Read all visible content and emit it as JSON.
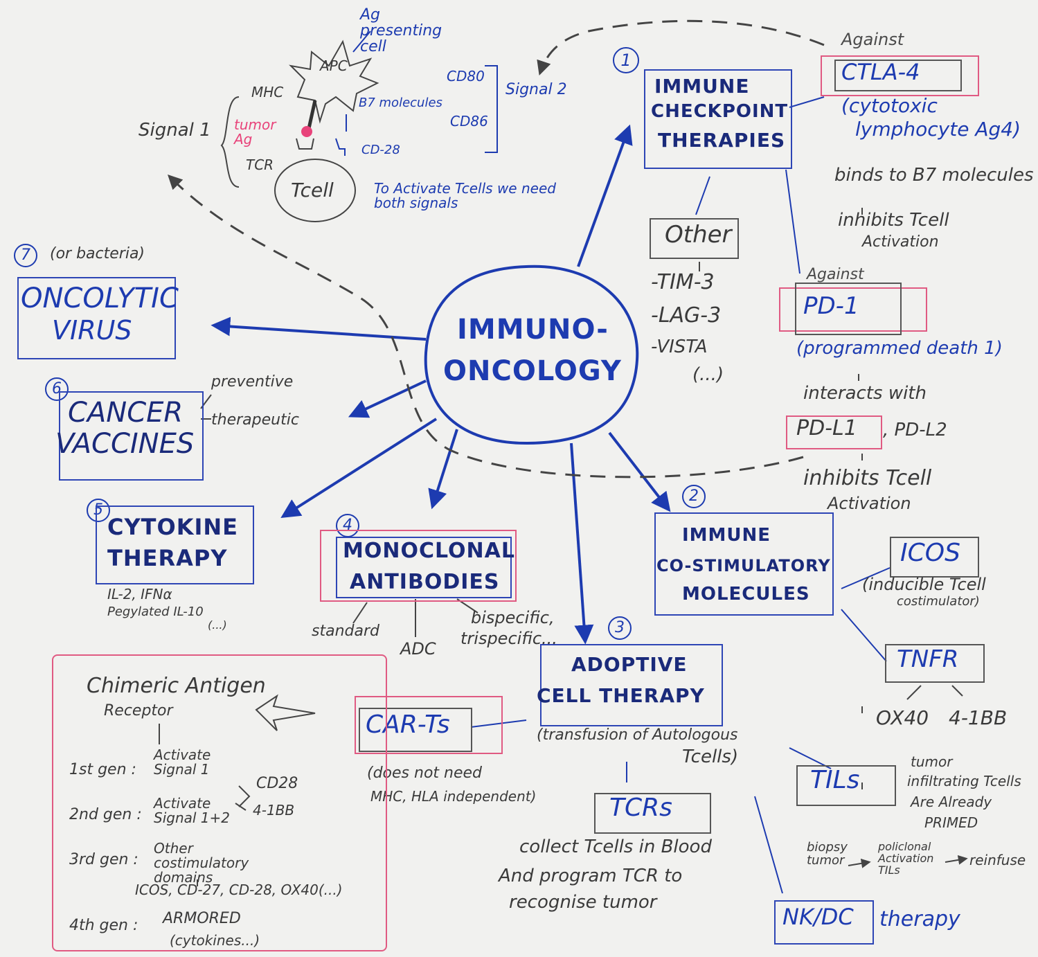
{
  "center": {
    "line1": "IMMUNO-",
    "line2": "ONCOLOGY"
  },
  "apc": {
    "label": "APC",
    "ag_presenting": "Ag presenting cell",
    "mhc": "MHC",
    "tumor_ag": "tumor Ag",
    "tcr": "TCR",
    "b7": "B7 molecules",
    "cd80": "CD80",
    "cd86": "CD86",
    "cd28": "CD-28",
    "signal1": "Signal 1",
    "signal2": "Signal 2",
    "tcell": "Tcell",
    "note": "To Activate Tcells we need both signals"
  },
  "n1": {
    "num": "1",
    "title1": "IMMUNE",
    "title2": "CHECKPOINT",
    "title3": "THERAPIES",
    "against1": "Against",
    "ctla4": "CTLA-4",
    "ctla4_desc1": "(cytotoxic",
    "ctla4_desc2": "lymphocyte Ag4)",
    "binds": "binds to B7 molecules",
    "inhibits1": "inhibits Tcell",
    "inhibits1b": "Activation",
    "against2": "Against",
    "pd1": "PD-1",
    "pd1_desc": "(programmed death 1)",
    "interacts": "interacts with",
    "pdl1": "PD-L1",
    "pdl2": ", PD-L2",
    "inhibits2": "inhibits Tcell",
    "inhibits2b": "Activation",
    "other": "Other",
    "other_items": [
      "-TIM-3",
      "-LAG-3",
      "-VISTA",
      "(...)"
    ]
  },
  "n2": {
    "num": "2",
    "title1": "IMMUNE",
    "title2": "CO-STIMULATORY",
    "title3": "MOLECULES",
    "icos": "ICOS",
    "icos_desc1": "(inducible Tcell",
    "icos_desc2": "costimulator)",
    "tnfr": "TNFR",
    "ox40": "OX40",
    "b41bb": "4-1BB"
  },
  "n3": {
    "num": "3",
    "title1": "ADOPTIVE",
    "title2": "CELL THERAPY",
    "sub1": "(transfusion of Autologous",
    "sub2": "Tcells)",
    "tcrs": "TCRs",
    "tcrs_desc1": "collect Tcells in Blood",
    "tcrs_desc2": "And program TCR to",
    "tcrs_desc3": "recognise tumor",
    "tils": "TILs",
    "tils_desc1": "tumor",
    "tils_desc2": "infiltrating Tcells",
    "tils_desc3": "Are Already",
    "tils_desc4": "PRIMED",
    "biopsy": "biopsy tumor",
    "polyclonal": "policlonal Activation TILs",
    "reinfuse": "reinfuse",
    "nkdc": "NK/DC",
    "nkdc_therapy": "therapy",
    "cart": "CAR-Ts",
    "cart_desc1": "(does not need",
    "cart_desc2": "MHC, HLA independent)"
  },
  "car": {
    "title1": "Chimeric Antigen",
    "title2": "Receptor",
    "gen1_label": "1st gen :",
    "gen1": "Activate Signal 1",
    "gen2_label": "2nd gen :",
    "gen2": "Activate Signal 1+2",
    "gen2_opts1": "CD28",
    "gen2_opts2": "4-1BB",
    "gen3_label": "3rd gen :",
    "gen3": "Other costimulatory domains",
    "gen3_list": "ICOS, CD-27, CD-28, OX40(...)",
    "gen4_label": "4th gen :",
    "gen4": "ARMORED",
    "gen4_desc": "(cytokines...)"
  },
  "n4": {
    "num": "4",
    "title1": "MONOCLONAL",
    "title2": "ANTIBODIES",
    "standard": "standard",
    "adc": "ADC",
    "bispecific1": "bispecific,",
    "bispecific2": "trispecific..."
  },
  "n5": {
    "num": "5",
    "title1": "CYTOKINE",
    "title2": "THERAPY",
    "desc1": "IL-2, IFNα",
    "desc2": "Pegylated IL-10",
    "desc3": "(...)"
  },
  "n6": {
    "num": "6",
    "title1": "CANCER",
    "title2": "VACCINES",
    "preventive": "preventive",
    "therapeutic": "therapeutic"
  },
  "n7": {
    "num": "7",
    "note": "(or bacteria)",
    "title1": "ONCOLYTIC",
    "title2": "VIRUS"
  }
}
